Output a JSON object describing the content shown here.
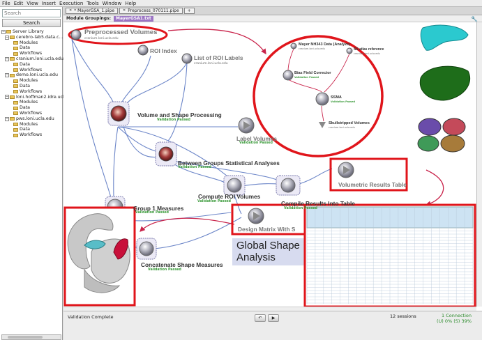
{
  "menu": [
    "File",
    "Edit",
    "View",
    "Insert",
    "Execution",
    "Tools",
    "Window",
    "Help"
  ],
  "sidebar": {
    "search_placeholder": "Search",
    "search_button": "Search",
    "tree": [
      {
        "label": "Server Library",
        "level": 0
      },
      {
        "label": "cerebro-lab5.data.c...lo",
        "level": 1
      },
      {
        "label": "Modules",
        "level": 2
      },
      {
        "label": "Data",
        "level": 2
      },
      {
        "label": "Workflows",
        "level": 2
      },
      {
        "label": "cranium.loni.ucla.edu",
        "level": 1
      },
      {
        "label": "Data",
        "level": 2
      },
      {
        "label": "Workflows",
        "level": 2
      },
      {
        "label": "demo.loni.ucla.edu",
        "level": 1
      },
      {
        "label": "Modules",
        "level": 2
      },
      {
        "label": "Data",
        "level": 2
      },
      {
        "label": "Workflows",
        "level": 2
      },
      {
        "label": "loni.hoffman2.idre.ucla.edu",
        "level": 1
      },
      {
        "label": "Modules",
        "level": 2
      },
      {
        "label": "Data",
        "level": 2
      },
      {
        "label": "Workflows",
        "level": 2
      },
      {
        "label": "pws.loni.ucla.edu",
        "level": 1
      },
      {
        "label": "Modules",
        "level": 2
      },
      {
        "label": "Data",
        "level": 2
      },
      {
        "label": "Workflows",
        "level": 2
      }
    ]
  },
  "tabs": [
    "* MayerGSA_1.pipe",
    "Preprocess_070111.pipe",
    "+"
  ],
  "module_groupings": {
    "label": "Module Groupings:",
    "tag": "MayerGSA1.txt"
  },
  "nodes": {
    "preprocessed": {
      "title": "Preprocessed Volumes",
      "sub": "cranium.loni.ucla.edu"
    },
    "roi_index": {
      "title": "ROI Index"
    },
    "roi_labels": {
      "title": "List of ROI Labels",
      "sub": "cranium.loni.ucla.edu"
    },
    "vsp": {
      "title": "Volume and Shape Processing",
      "valid": "Validation Passed"
    },
    "label_volumes": {
      "title": "Label Volumes",
      "valid": "Validation Passed"
    },
    "between_groups": {
      "title": "Between Groups Statistical Analyses",
      "valid": "Validation Passed"
    },
    "vrt": {
      "title": "Volumetric Results Table"
    },
    "group1": {
      "title": "Group 1 Measures",
      "valid": "Validation Passed"
    },
    "compute_roi": {
      "title": "Compute ROI Volumes",
      "valid": "Validation Passed"
    },
    "compile": {
      "title": "Compile Results Into Table",
      "valid": "Validation Passed"
    },
    "design_matrix": {
      "title": "Design Matrix With S"
    },
    "concat": {
      "title": "Concatenate Shape Measures",
      "valid": "Validation Passed"
    }
  },
  "inset": {
    "mayer": {
      "title": "Mayer NH343 Data (Analyze)",
      "sub": "cranium.loni.ucla.edu"
    },
    "bias": {
      "title": "Bias Field Corrector",
      "valid": "Validation Passed"
    },
    "atlas": {
      "title": "SS atlas reference",
      "sub": "cranium.loni.ucla.edu"
    },
    "ssma": {
      "title": "SSMA",
      "valid": "Validation Passed"
    },
    "skull": {
      "title": "Skullstripped Volumes",
      "valid": "cranium.loni.ucla.edu"
    }
  },
  "global_shape": {
    "line1": "Global Shape",
    "line2": "Analysis"
  },
  "status": {
    "text": "Validation Complete",
    "sessions": "12 sessions",
    "connection": "1 Connection",
    "progress": "(U) 0%  (S) 39%"
  },
  "colors": {
    "highlight": "#e0151b",
    "valid": "#3a9a3a",
    "link": "#6b85c8",
    "inset_link": "#c9244b"
  }
}
